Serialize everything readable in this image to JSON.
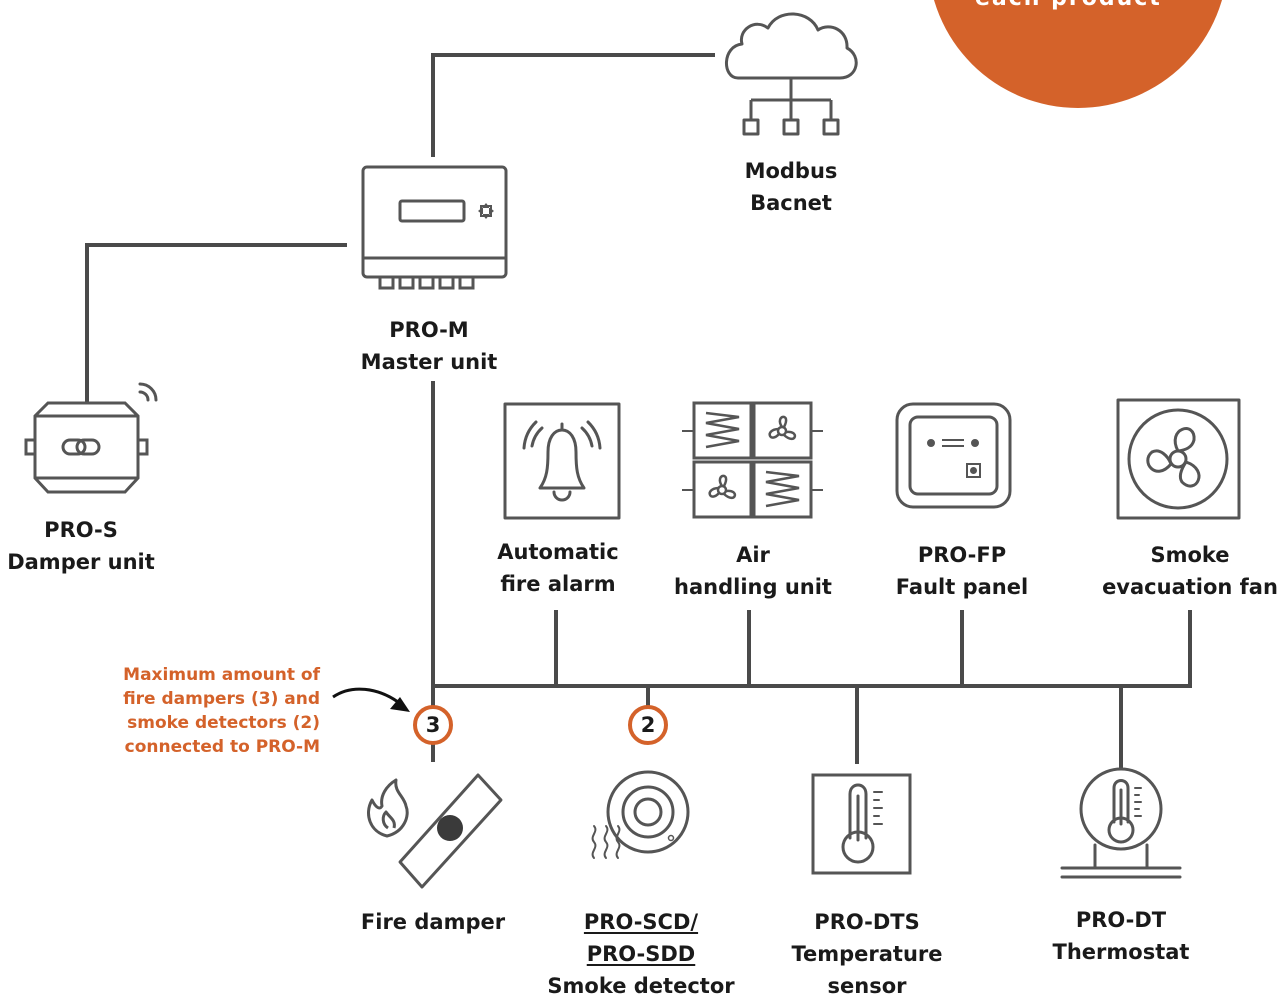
{
  "corner_badge": {
    "text": "each product",
    "color": "#d4622a"
  },
  "colors": {
    "line": "#4a4a4a",
    "icon": "#555555",
    "accent": "#d4622a",
    "text": "#1a1a1a"
  },
  "network": {
    "line1": "Modbus",
    "line2": "Bacnet"
  },
  "master": {
    "line1": "PRO-M",
    "line2": "Master unit"
  },
  "damper_unit": {
    "line1": "PRO-S",
    "line2": "Damper unit"
  },
  "devices": {
    "fire_alarm": {
      "line1": "Automatic",
      "line2": "fire alarm"
    },
    "ahu": {
      "line1": "Air",
      "line2": "handling unit"
    },
    "fault_panel": {
      "line1": "PRO-FP",
      "line2": "Fault panel"
    },
    "smoke_fan": {
      "line1": "Smoke",
      "line2": "evacuation fan"
    },
    "fire_damper": {
      "line1": "Fire damper"
    },
    "smoke_detector": {
      "line1": "PRO-SCD/",
      "line2": "PRO-SDD",
      "line3": "Smoke detector"
    },
    "temp_sensor": {
      "line1": "PRO-DTS",
      "line2": "Temperature",
      "line3": "sensor"
    },
    "thermostat": {
      "line1": "PRO-DT",
      "line2": "Thermostat"
    }
  },
  "limits": {
    "note_line1": "Maximum amount of",
    "note_line2": "fire dampers (3) and",
    "note_line3": "smoke detectors (2)",
    "note_line4": "connected to PRO-M",
    "fire_dampers_max": "3",
    "smoke_detectors_max": "2"
  }
}
